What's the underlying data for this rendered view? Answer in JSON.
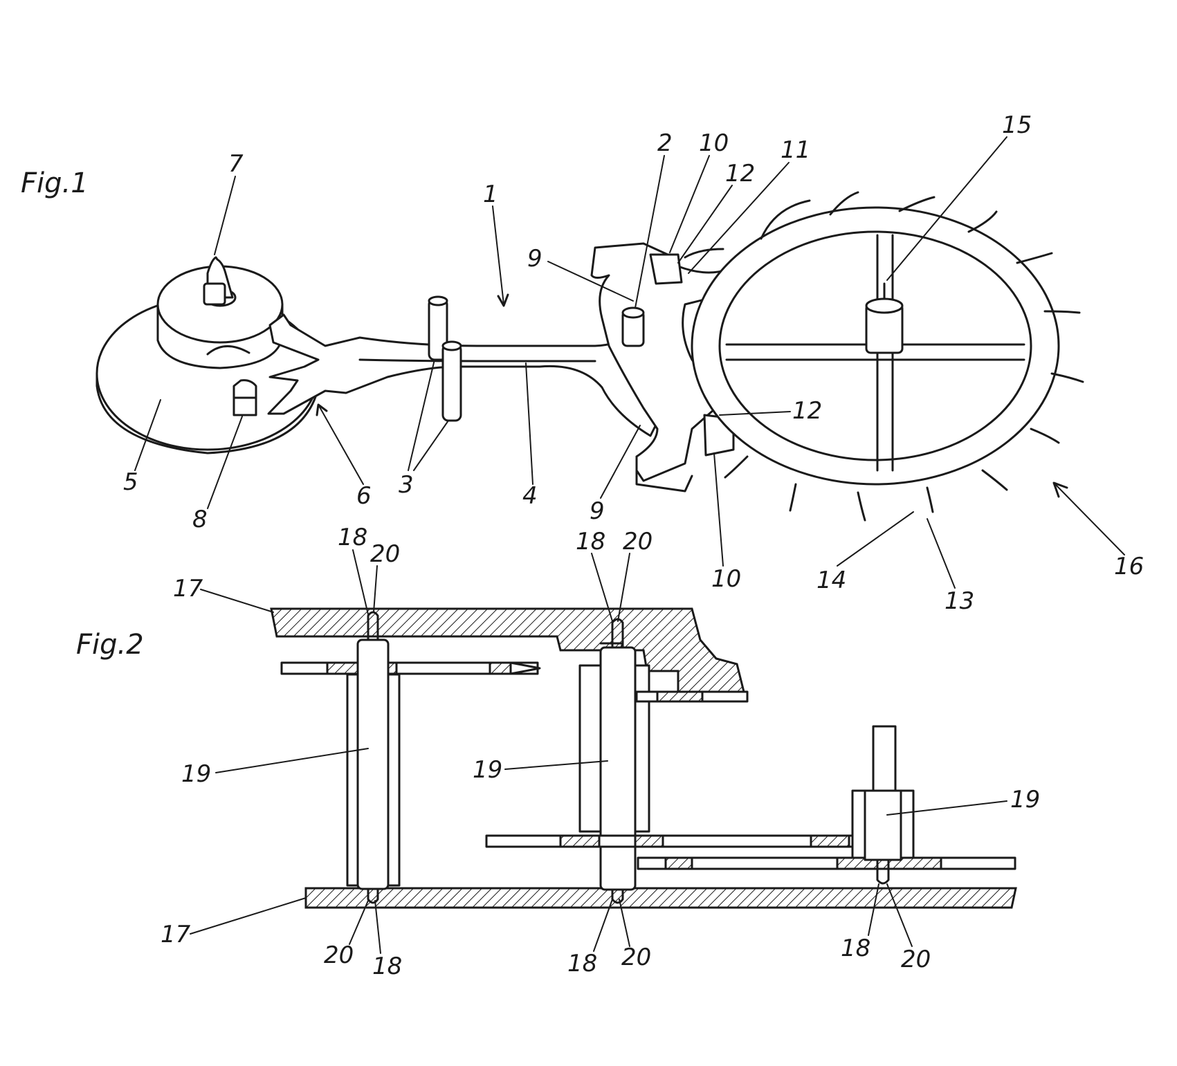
{
  "figures": {
    "fig1": "Fig.1",
    "fig2": "Fig.2"
  },
  "fig1_labels": {
    "l1": "1",
    "l2": "2",
    "l3": "3",
    "l4": "4",
    "l5": "5",
    "l6": "6",
    "l7": "7",
    "l8": "8",
    "l9a": "9",
    "l9b": "9",
    "l10a": "10",
    "l10b": "10",
    "l11": "11",
    "l12a": "12",
    "l12b": "12",
    "l13": "13",
    "l14": "14",
    "l15": "15",
    "l16": "16"
  },
  "fig2_labels": {
    "l17a": "17",
    "l17b": "17",
    "l18a": "18",
    "l20a": "20",
    "l18b": "18",
    "l20b": "20",
    "l19a": "19",
    "l19b": "19",
    "l19c": "19",
    "l20c": "20",
    "l18c": "18",
    "l18d": "18",
    "l20d": "20",
    "l18e": "18",
    "l20e": "20"
  }
}
